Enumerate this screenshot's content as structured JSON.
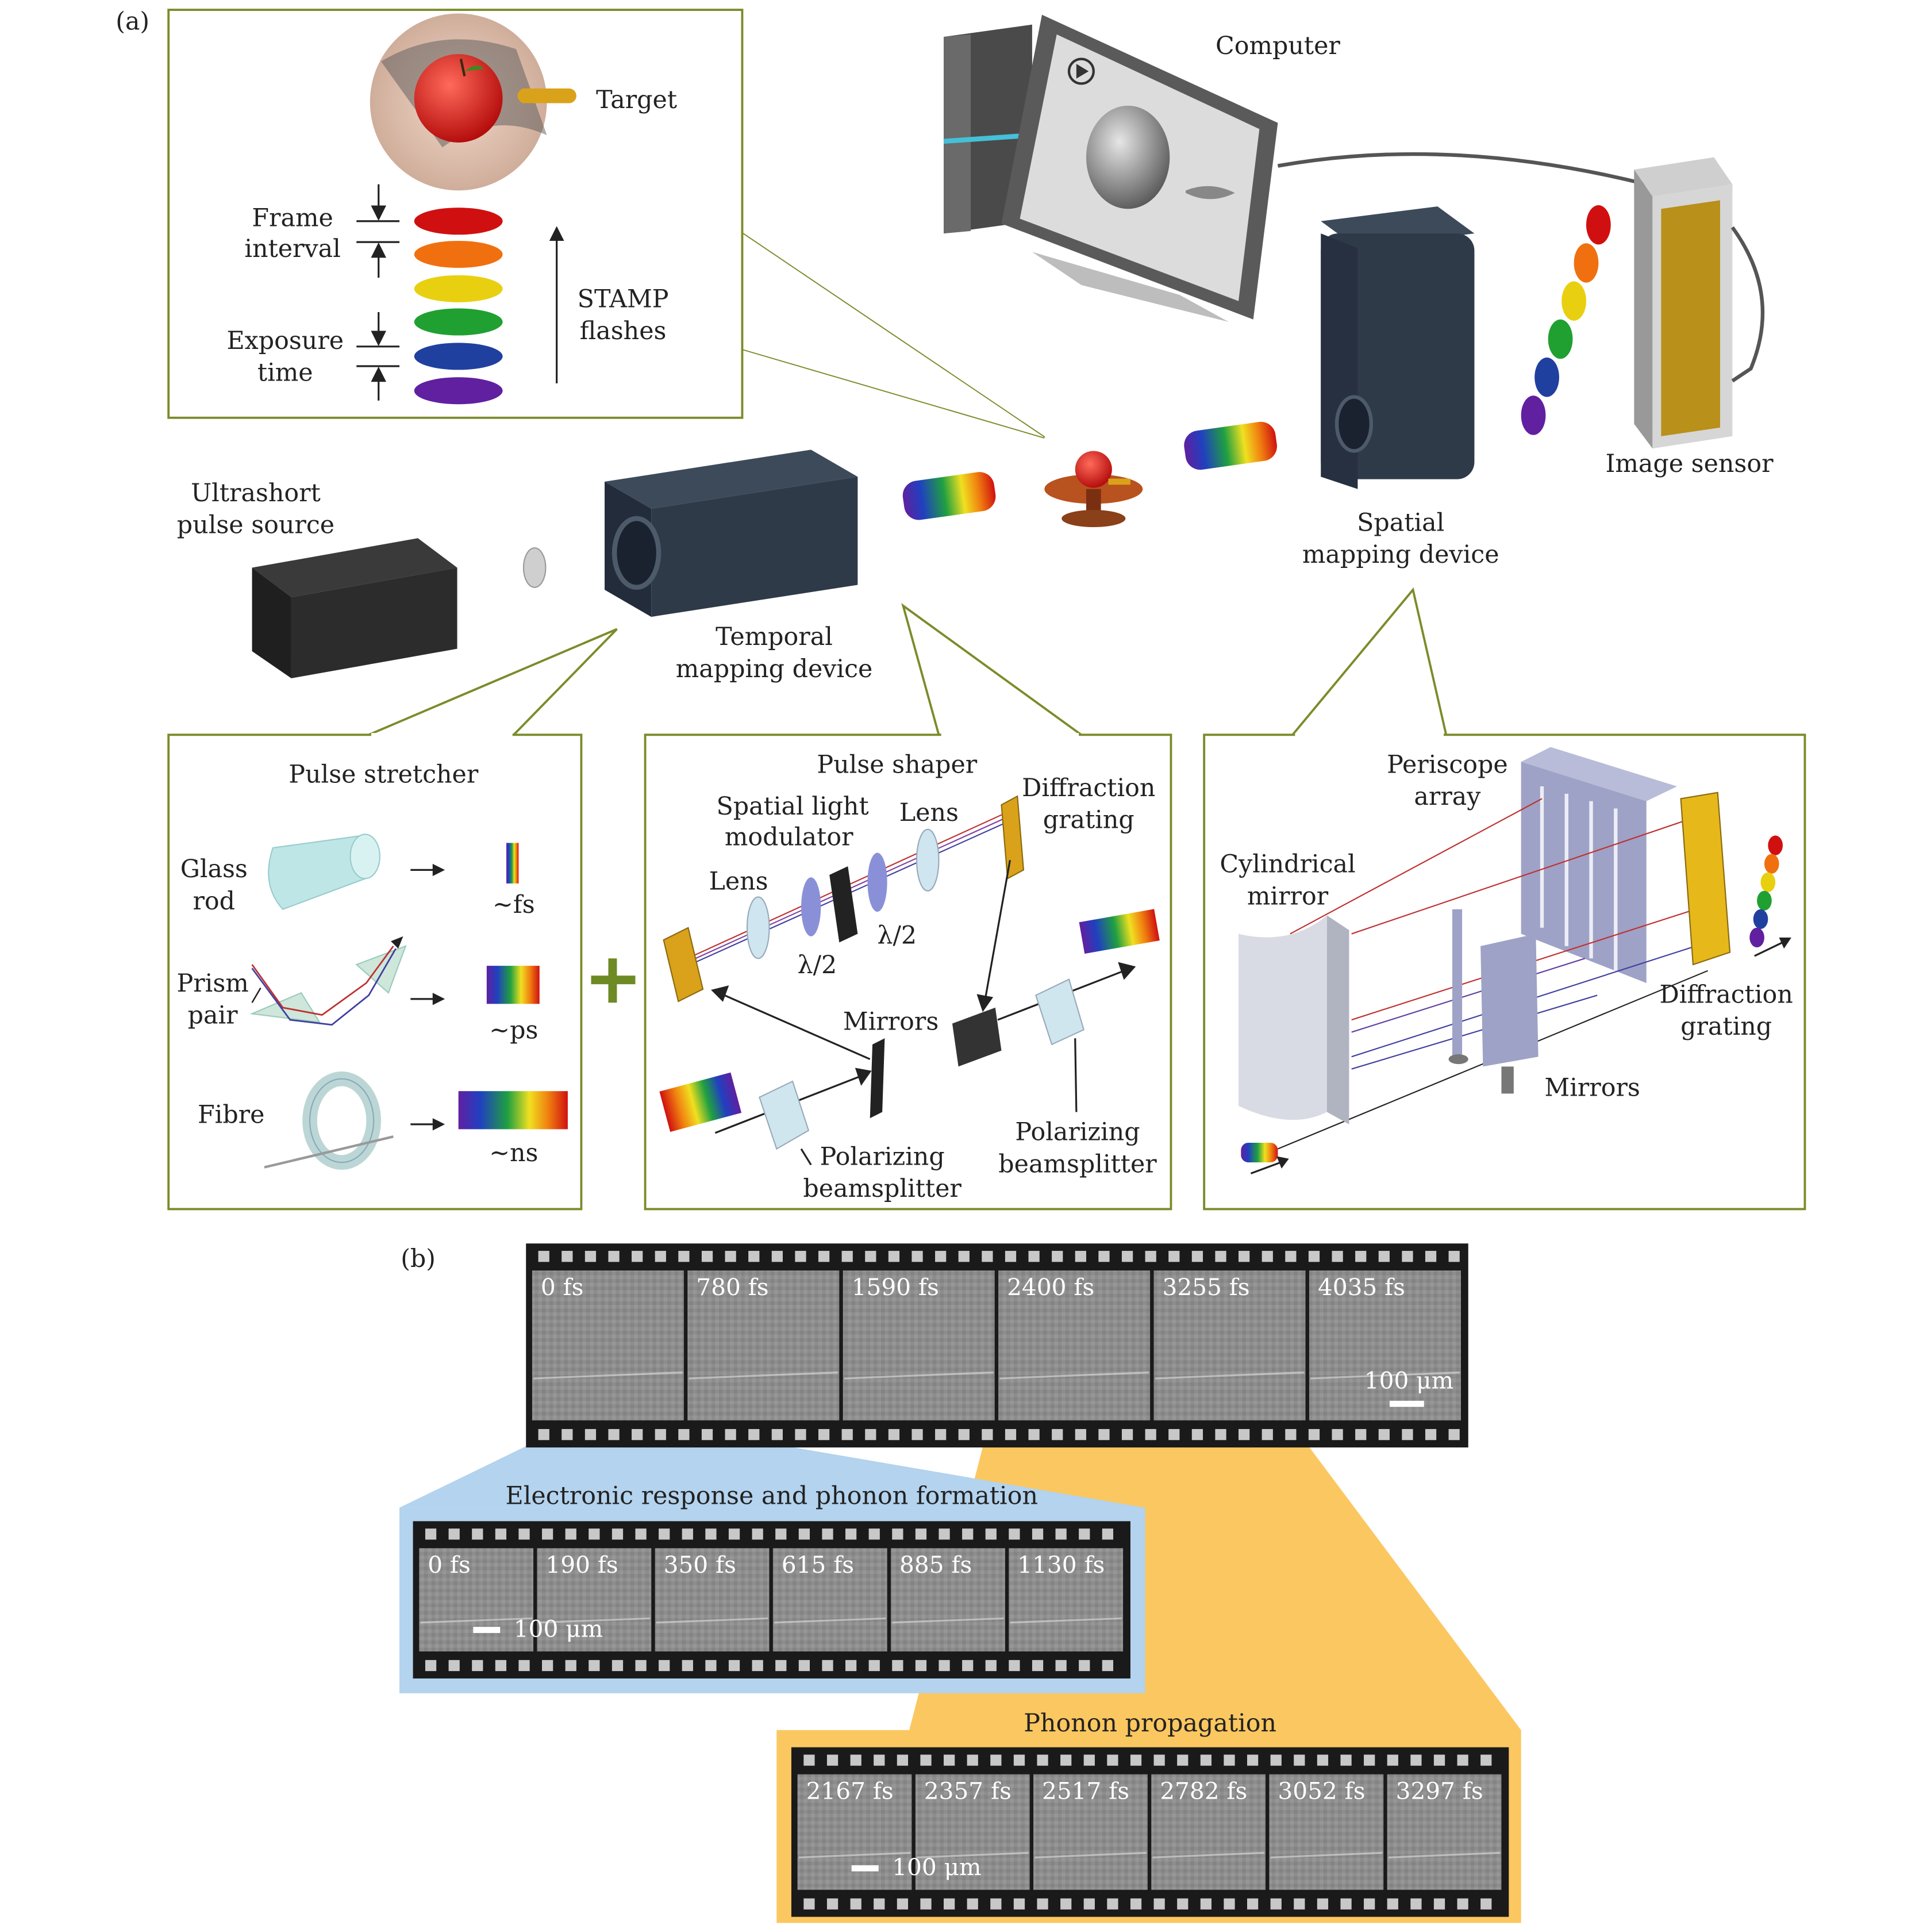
{
  "panel_a": {
    "label": "(a)",
    "target_inset": {
      "target": "Target",
      "frame_interval": [
        "Frame",
        "interval"
      ],
      "exposure_time": [
        "Exposure",
        "time"
      ],
      "stamp_flashes": [
        "STAMP",
        "flashes"
      ]
    },
    "computer": "Computer",
    "image_sensor": "Image sensor",
    "spatial_mapping_device": [
      "Spatial",
      "mapping device"
    ],
    "ultrashort_pulse_source": [
      "Ultrashort",
      "pulse source"
    ],
    "temporal_mapping_device": [
      "Temporal",
      "mapping device"
    ],
    "pulse_stretcher": {
      "title": "Pulse stretcher",
      "glass_rod": [
        "Glass",
        "rod"
      ],
      "prism_pair": [
        "Prism",
        "pair"
      ],
      "fibre": "Fibre",
      "fs": "~fs",
      "ps": "~ps",
      "ns": "~ns"
    },
    "pulse_shaper": {
      "title": "Pulse shaper",
      "slm": [
        "Spatial light",
        "modulator"
      ],
      "lens_left": "Lens",
      "lens_right": "Lens",
      "diffraction_grating": [
        "Diffraction",
        "grating"
      ],
      "half_wave_left": "λ/2",
      "half_wave_right": "λ/2",
      "mirrors": "Mirrors",
      "pbs_left": [
        "Polarizing",
        "beamsplitter"
      ],
      "pbs_right": [
        "Polarizing",
        "beamsplitter"
      ]
    },
    "spatial_inset": {
      "periscope_array": [
        "Periscope",
        "array"
      ],
      "cylindrical_mirror": [
        "Cylindrical",
        "mirror"
      ],
      "diffraction_grating": [
        "Diffraction",
        "grating"
      ],
      "mirrors": "Mirrors"
    },
    "colors": {
      "inset_border": "#7a8c2a",
      "device_dark": "#2f3a48",
      "spectrum": [
        "#d01010",
        "#f07010",
        "#e8d010",
        "#20a030",
        "#2040a0",
        "#6020a0"
      ]
    }
  },
  "panel_b": {
    "label": "(b)",
    "main_strip": {
      "frames": [
        "0 fs",
        "780 fs",
        "1590 fs",
        "2400 fs",
        "3255 fs",
        "4035 fs"
      ],
      "scale": "100 μm"
    },
    "electronic": {
      "title": "Electronic response and phonon formation",
      "frames": [
        "0 fs",
        "190 fs",
        "350 fs",
        "615 fs",
        "885 fs",
        "1130 fs"
      ],
      "scale": "100 μm",
      "color": "#b3d3ee"
    },
    "phonon": {
      "title": "Phonon propagation",
      "frames": [
        "2167 fs",
        "2357 fs",
        "2517 fs",
        "2782 fs",
        "3052 fs",
        "3297 fs"
      ],
      "scale": "100 μm",
      "color": "#fbc760"
    }
  }
}
